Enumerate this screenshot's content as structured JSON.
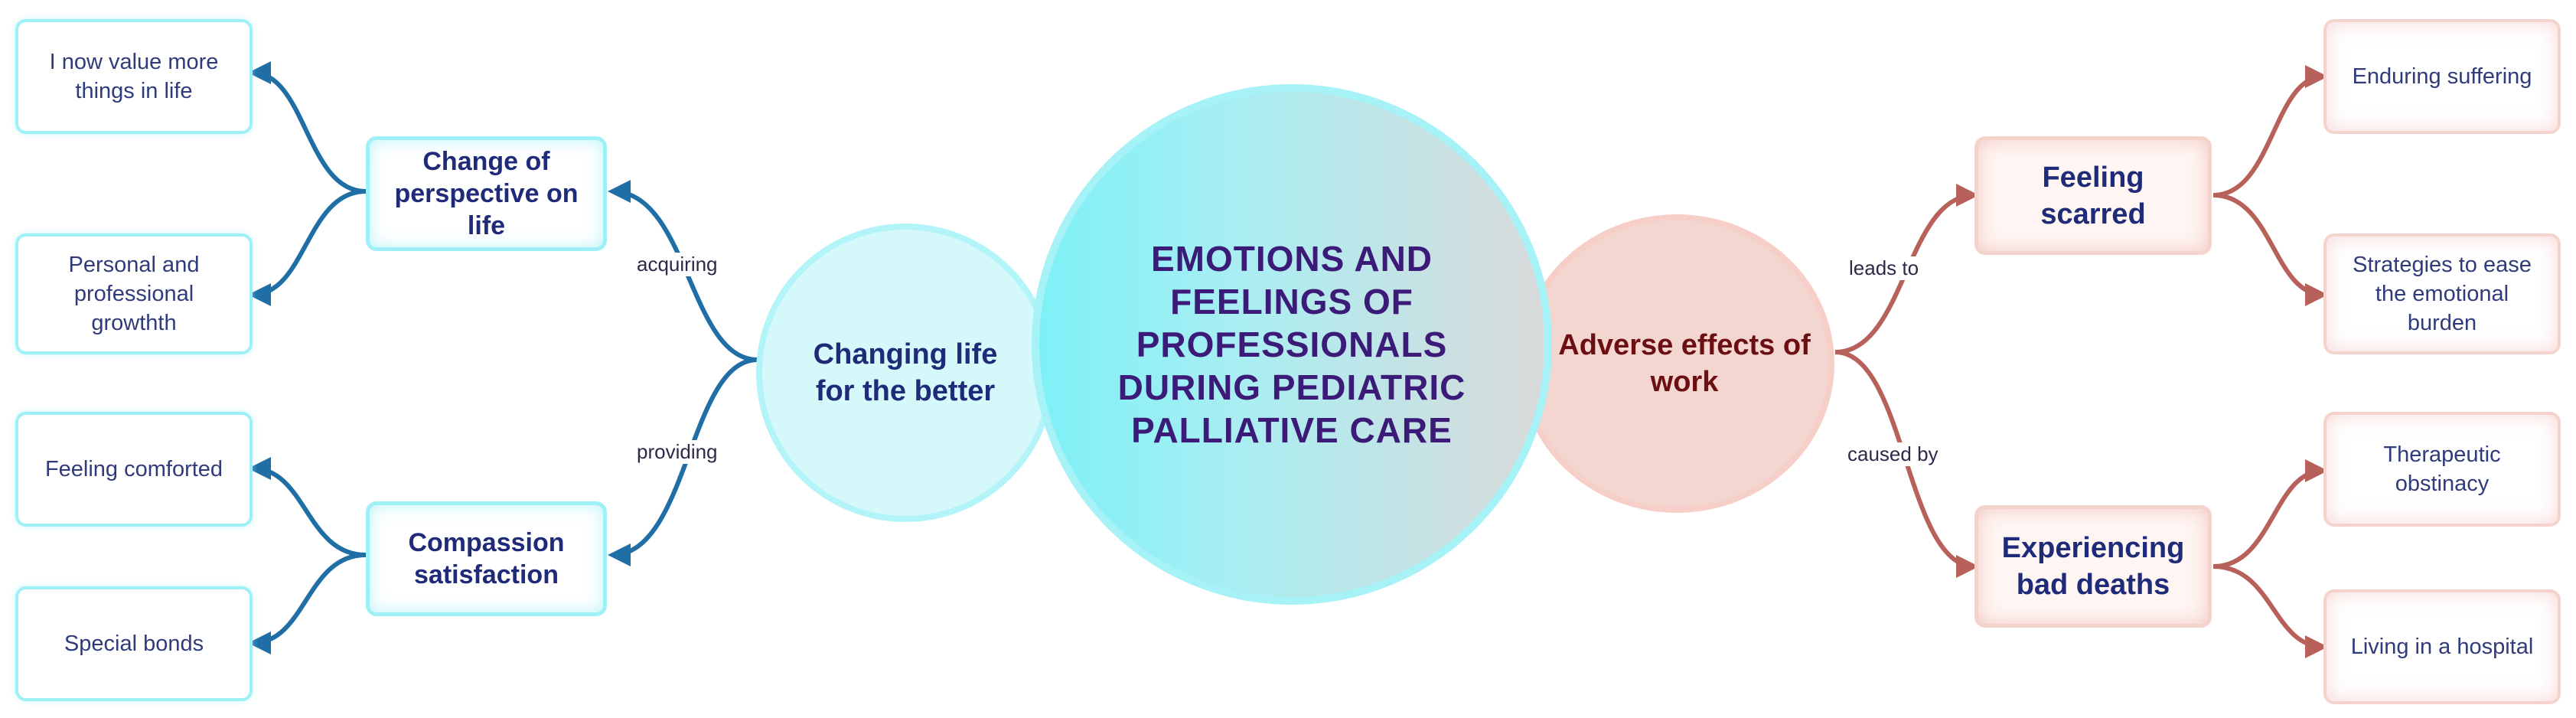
{
  "center": {
    "title": "EMOTIONS AND\nFEELINGS OF\nPROFESSIONALS\nDURING PEDIATRIC\nPALLIATIVE CARE"
  },
  "left": {
    "hub": "Changing life\nfor the better",
    "branches": [
      {
        "label": "Change of\nperspective on\nlife",
        "edge_label": "acquiring",
        "leaves": [
          "I now value more\nthings in life",
          "Personal and\nprofessional\ngrowthth"
        ]
      },
      {
        "label": "Compassion\nsatisfaction",
        "edge_label": "providing",
        "leaves": [
          "Feeling comforted",
          "Special bonds"
        ]
      }
    ]
  },
  "right": {
    "hub": "Adverse effects of\nwork",
    "branches": [
      {
        "label": "Feeling\nscarred",
        "edge_label": "leads to",
        "leaves": [
          "Enduring suffering",
          "Strategies to ease\nthe emotional\nburden"
        ]
      },
      {
        "label": "Experiencing\nbad deaths",
        "edge_label": "caused by",
        "leaves": [
          "Therapeutic\nobstinacy",
          "Living in a hospital"
        ]
      }
    ]
  },
  "colors": {
    "left_connector": "#1f6fa6",
    "right_connector": "#b8605a"
  }
}
